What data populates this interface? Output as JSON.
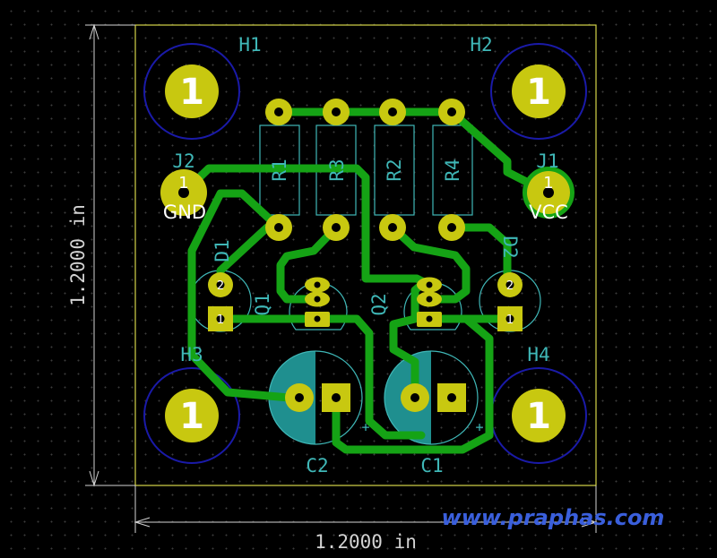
{
  "board": {
    "holes": [
      {
        "ref": "H1",
        "pad": "1"
      },
      {
        "ref": "H2",
        "pad": "1"
      },
      {
        "ref": "H3",
        "pad": "1"
      },
      {
        "ref": "H4",
        "pad": "1"
      }
    ],
    "resistors": [
      "R1",
      "R3",
      "R2",
      "R4"
    ],
    "connectors": [
      {
        "ref": "J2",
        "pin": "1",
        "net": "GND"
      },
      {
        "ref": "J1",
        "pin": "1",
        "net": "VCC"
      }
    ],
    "leds": [
      "D1",
      "D2"
    ],
    "led_pins": [
      "2",
      "1"
    ],
    "transistors": [
      "Q1",
      "Q2"
    ],
    "capacitors": [
      "C2",
      "C1"
    ],
    "cap_polarity": "+",
    "dimensions": {
      "vertical": "1.2000 in",
      "horizontal": "1.2000 in"
    },
    "watermark": "www.praphas.com"
  },
  "colors": {
    "background": "#000000",
    "grid": "#3c3c3c",
    "edge_cuts": "#d4d44a",
    "track": "#15a315",
    "pad": "#c8c810",
    "silkscreen": "#3fb7b7",
    "hole_ring": "#1a1aa8",
    "dimension": "#d3d3d3",
    "watermark": "#3a5fdc"
  }
}
